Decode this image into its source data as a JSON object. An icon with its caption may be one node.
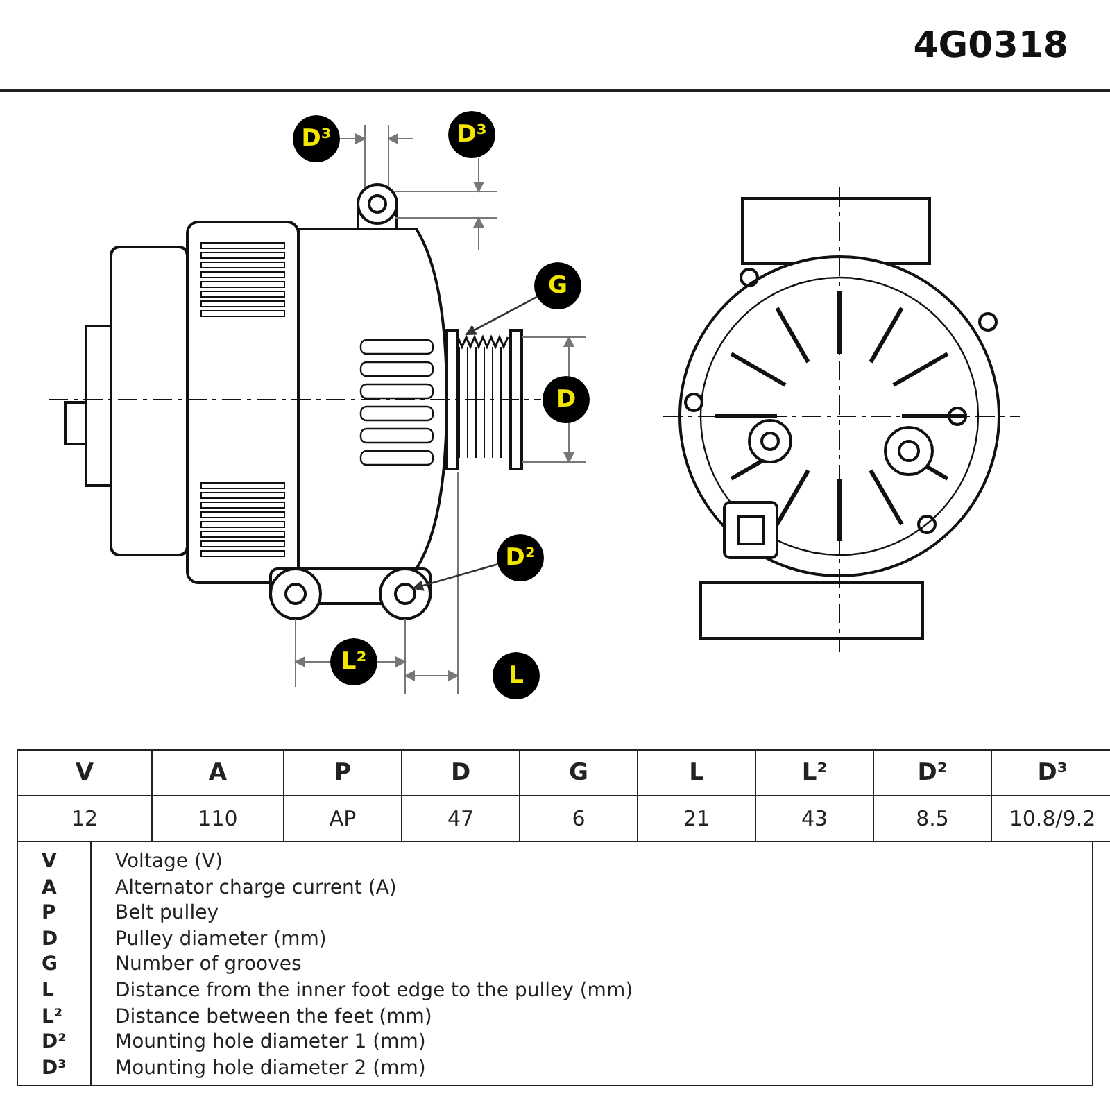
{
  "diagram": {
    "nodes": [
      {
        "text": [
          "D³"
        ]
      },
      {
        "text": [
          "D³"
        ]
      },
      {
        "text": [
          "G"
        ]
      },
      {
        "text": [
          "D"
        ]
      },
      {
        "text": [
          "D²"
        ]
      },
      {
        "text": [
          "L²"
        ]
      },
      {
        "text": [
          "L"
        ]
      }
    ],
    "edges": [
      {
        "from": 2,
        "to": null,
        "arrow": "to"
      },
      {
        "from": 4,
        "to": null,
        "arrow": "to"
      }
    ],
    "labels": [
      "4G0318",
      "V",
      "A",
      "P",
      "D",
      "G",
      "L",
      "L²",
      "D²",
      "D³",
      "12",
      "110",
      "AP",
      "47",
      "6",
      "21",
      "43",
      "8.5",
      "10.8/9.2",
      "V",
      "Voltage (V)",
      "A",
      "Alternator charge current (A)",
      "P",
      "Belt pulley",
      "D",
      "Pulley diameter (mm)",
      "G",
      "Number of grooves",
      "L",
      "Distance from the inner foot edge to the pulley (mm)",
      "L²",
      "Distance between the feet (mm)",
      "D²",
      "Mounting hole diameter 1 (mm)",
      "D³",
      "Mounting hole diameter 2 (mm)"
    ]
  }
}
